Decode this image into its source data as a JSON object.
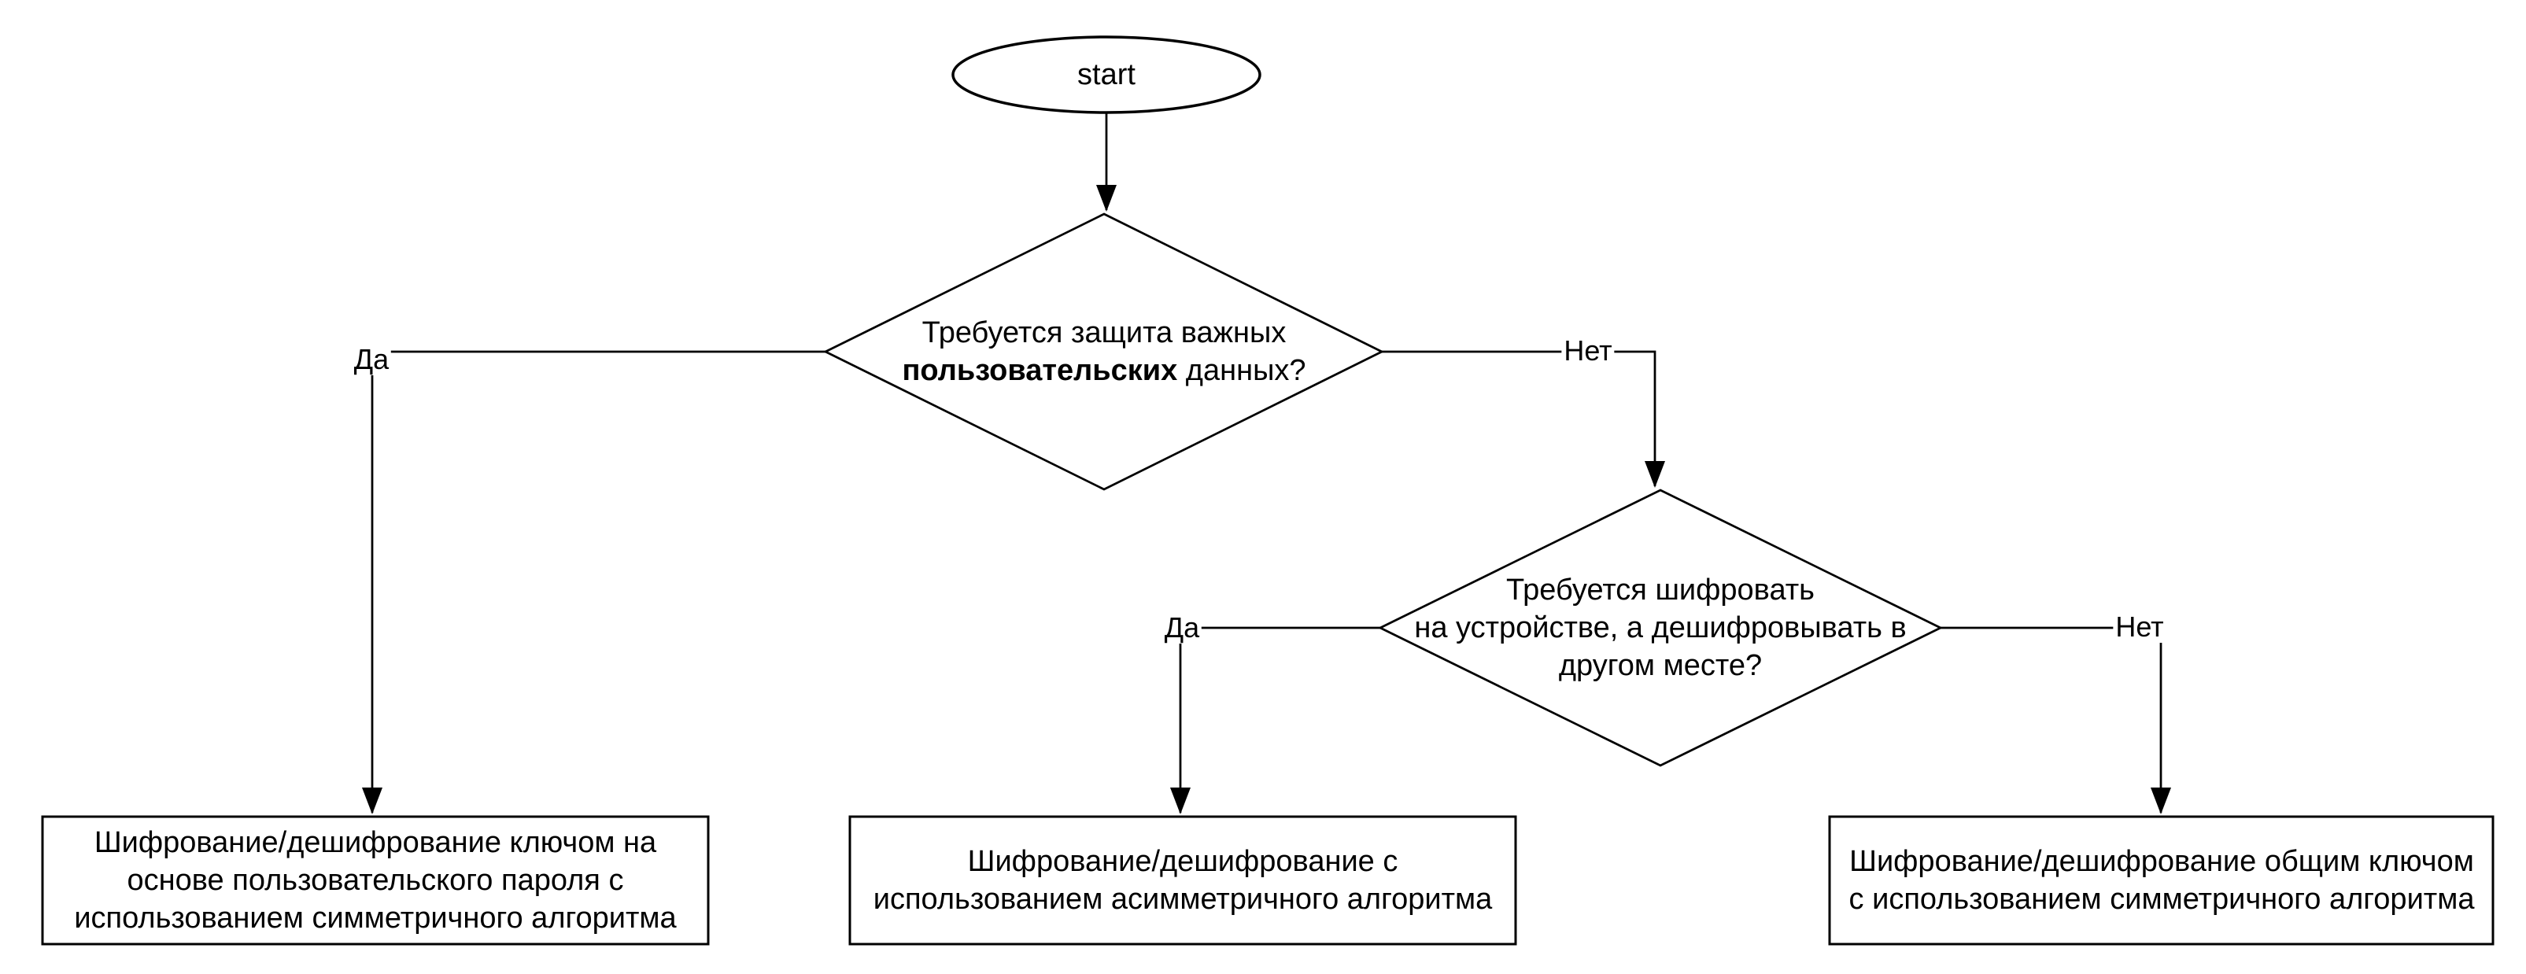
{
  "colors": {
    "stroke": "#000000",
    "text": "#000000",
    "background": "#ffffff"
  },
  "flowchart": {
    "start": {
      "label": "start"
    },
    "decision1": {
      "line1": "Требуется защита важных",
      "line2_bold": "пользовательских",
      "line2_rest": " данных?"
    },
    "decision2": {
      "lines": [
        "Требуется шифровать",
        "на устройстве, а дешифровывать в",
        "другом месте?"
      ]
    },
    "labels": {
      "yes1": "Да",
      "no1": "Нет",
      "yes2": "Да",
      "no2": "Нет"
    },
    "outcome1": {
      "lines": [
        "Шифрование/дешифрование ключом на",
        "основе пользовательского пароля с",
        "использованием симметричного алгоритма"
      ]
    },
    "outcome2": {
      "lines": [
        "Шифрование/дешифрование с",
        "использованием асимметричного алгоритма"
      ]
    },
    "outcome3": {
      "lines": [
        "Шифрование/дешифрование общим ключом",
        "с использованием симметричного алгоритма"
      ]
    }
  }
}
